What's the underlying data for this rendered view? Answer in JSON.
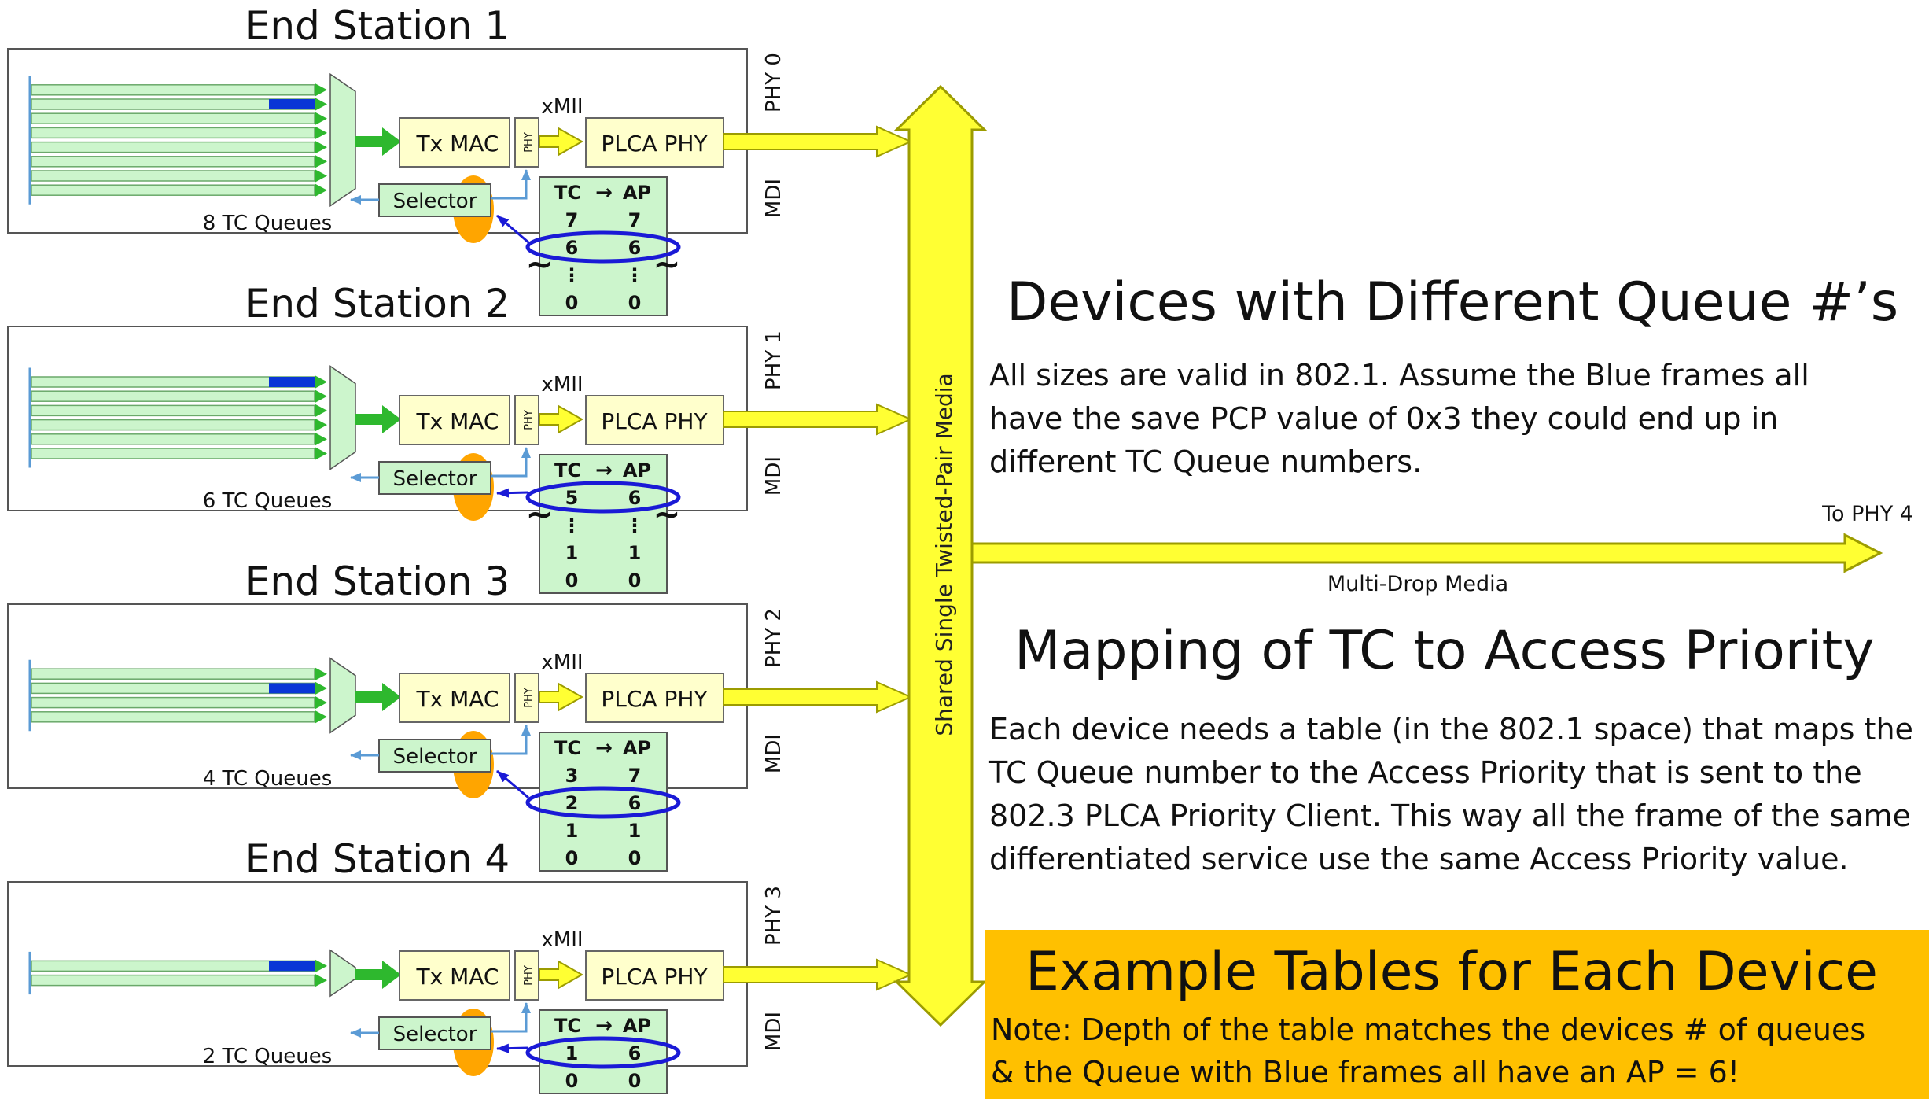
{
  "stations": [
    {
      "title": "End Station 1",
      "phy": "PHY 0",
      "queues_label": "8 TC Queues",
      "queue_count": 8,
      "blue_queue_index": 1,
      "table": {
        "rows": [
          [
            "7",
            "7"
          ],
          [
            "6",
            "6"
          ],
          [
            "⋮",
            "⋮"
          ],
          [
            "0",
            "0"
          ]
        ],
        "highlight_row": 1,
        "break_after_row": 2
      }
    },
    {
      "title": "End Station 2",
      "phy": "PHY 1",
      "queues_label": "6 TC Queues",
      "queue_count": 6,
      "blue_queue_index": 0,
      "table": {
        "rows": [
          [
            "5",
            "6"
          ],
          [
            "⋮",
            "⋮"
          ],
          [
            "1",
            "1"
          ],
          [
            "0",
            "0"
          ]
        ],
        "highlight_row": 0,
        "break_after_row": 1
      }
    },
    {
      "title": "End Station 3",
      "phy": "PHY 2",
      "queues_label": "4 TC Queues",
      "queue_count": 4,
      "blue_queue_index": 1,
      "table": {
        "rows": [
          [
            "3",
            "7"
          ],
          [
            "2",
            "6"
          ],
          [
            "1",
            "1"
          ],
          [
            "0",
            "0"
          ]
        ],
        "highlight_row": 1,
        "break_after_row": -1
      }
    },
    {
      "title": "End Station 4",
      "phy": "PHY 3",
      "queues_label": "2 TC Queues",
      "queue_count": 2,
      "blue_queue_index": 0,
      "table": {
        "rows": [
          [
            "1",
            "6"
          ],
          [
            "0",
            "0"
          ]
        ],
        "highlight_row": 0,
        "break_after_row": -1
      }
    }
  ],
  "labels": {
    "xmii": "xMII",
    "tx_mac": "Tx MAC",
    "phy_small": "PHY",
    "plca_phy": "PLCA PHY",
    "selector": "Selector",
    "mdi": "MDI",
    "table_header_tc": "TC",
    "table_header_arrow": "→",
    "table_header_ap": "AP",
    "shared_media": "Shared Single Twisted-Pair Media",
    "to_phy4": "To PHY 4",
    "multi_drop": "Multi-Drop Media"
  },
  "headings": {
    "devices": "Devices with Different Queue #’s",
    "mapping": "Mapping of TC to Access Priority",
    "example": "Example Tables for Each Device"
  },
  "paragraphs": {
    "devices_lines": [
      "All sizes are valid in 802.1.  Assume the Blue frames all",
      "have the save PCP value of 0x3 they could end up in",
      "different TC Queue numbers."
    ],
    "mapping_lines": [
      "Each device needs a table (in the 802.1 space) that maps the",
      "TC Queue number to the Access Priority that is sent to the",
      "802.3 PLCA Priority Client.  This way all the frame of the same",
      "differentiated service use the same Access Priority value."
    ],
    "note_lines": [
      "Note:  Depth of the table matches the devices # of queues",
      "& the Queue with Blue frames all have an AP = 6!"
    ]
  },
  "colors": {
    "queue_fill": "#ccf5cc",
    "blue_frame": "#0a36d6",
    "arrow_green": "#2eb82e",
    "box_yellow": "#ffffcc",
    "selector_fill": "#ccf5cc",
    "orange": "#ffa500",
    "yellow": "#ffff33",
    "dark_blue": "#1a1ad6",
    "light_blue": "#5b9bd5",
    "banner": "#ffc000"
  }
}
